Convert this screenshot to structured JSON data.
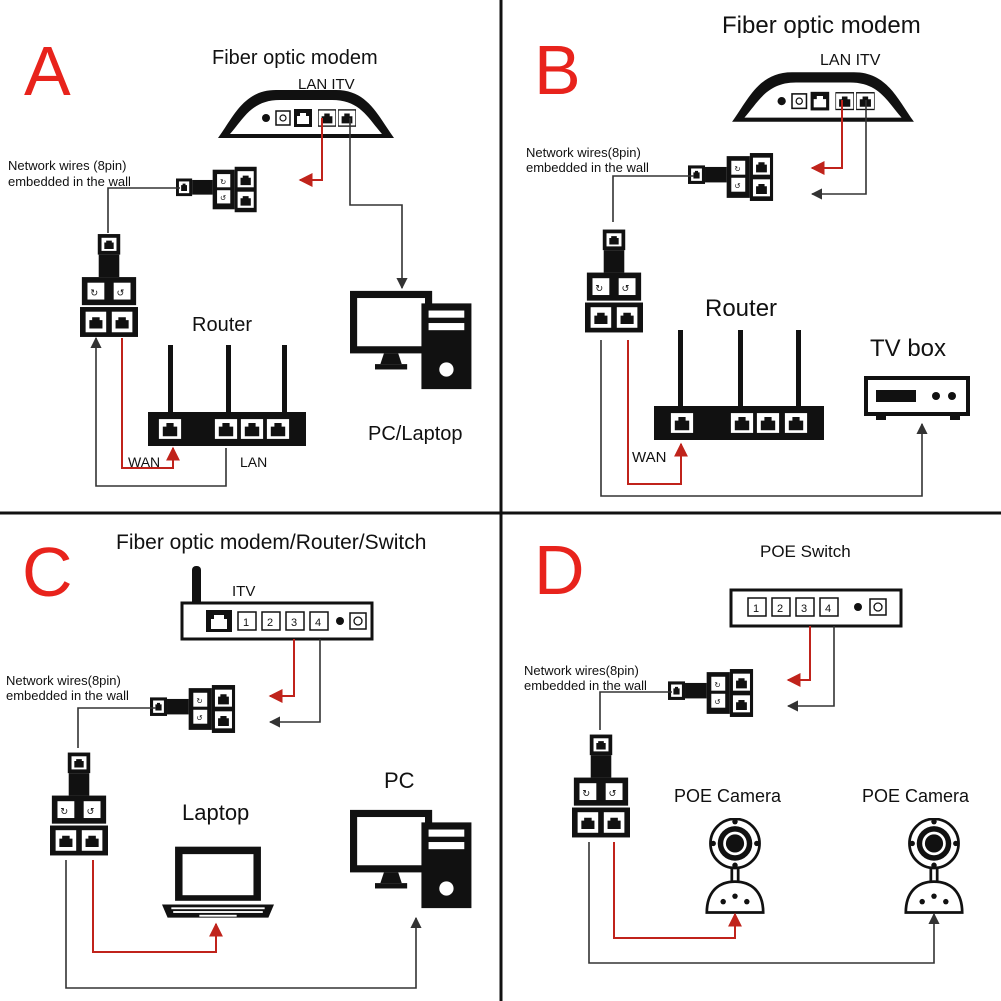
{
  "colors": {
    "accent": "#e8231c",
    "wire_black": "#333333",
    "wire_red": "#c0231b"
  },
  "panels": {
    "a": {
      "letter": "A",
      "modem_title": "Fiber optic modem",
      "port_label": "LAN ITV",
      "wall_label_1": "Network wires (8pin)",
      "wall_label_2": "embedded in the wall",
      "router_label": "Router",
      "wan_label": "WAN",
      "lan_label": "LAN",
      "pc_label": "PC/Laptop"
    },
    "b": {
      "letter": "B",
      "modem_title": "Fiber optic modem",
      "port_label": "LAN ITV",
      "wall_label_1": "Network wires(8pin)",
      "wall_label_2": "embedded in the wall",
      "router_label": "Router",
      "tvbox_label": "TV box",
      "wan_label": "WAN"
    },
    "c": {
      "letter": "C",
      "title": "Fiber optic modem/Router/Switch",
      "port_label": "ITV",
      "port_numbers": [
        "1",
        "2",
        "3",
        "4"
      ],
      "wall_label_1": "Network wires(8pin)",
      "wall_label_2": "embedded in the wall",
      "laptop_label": "Laptop",
      "pc_label": "PC"
    },
    "d": {
      "letter": "D",
      "title": "POE Switch",
      "port_numbers": [
        "1",
        "2",
        "3",
        "4"
      ],
      "wall_label_1": "Network wires(8pin)",
      "wall_label_2": "embedded in the wall",
      "camera1_label": "POE Camera",
      "camera2_label": "POE Camera"
    }
  }
}
